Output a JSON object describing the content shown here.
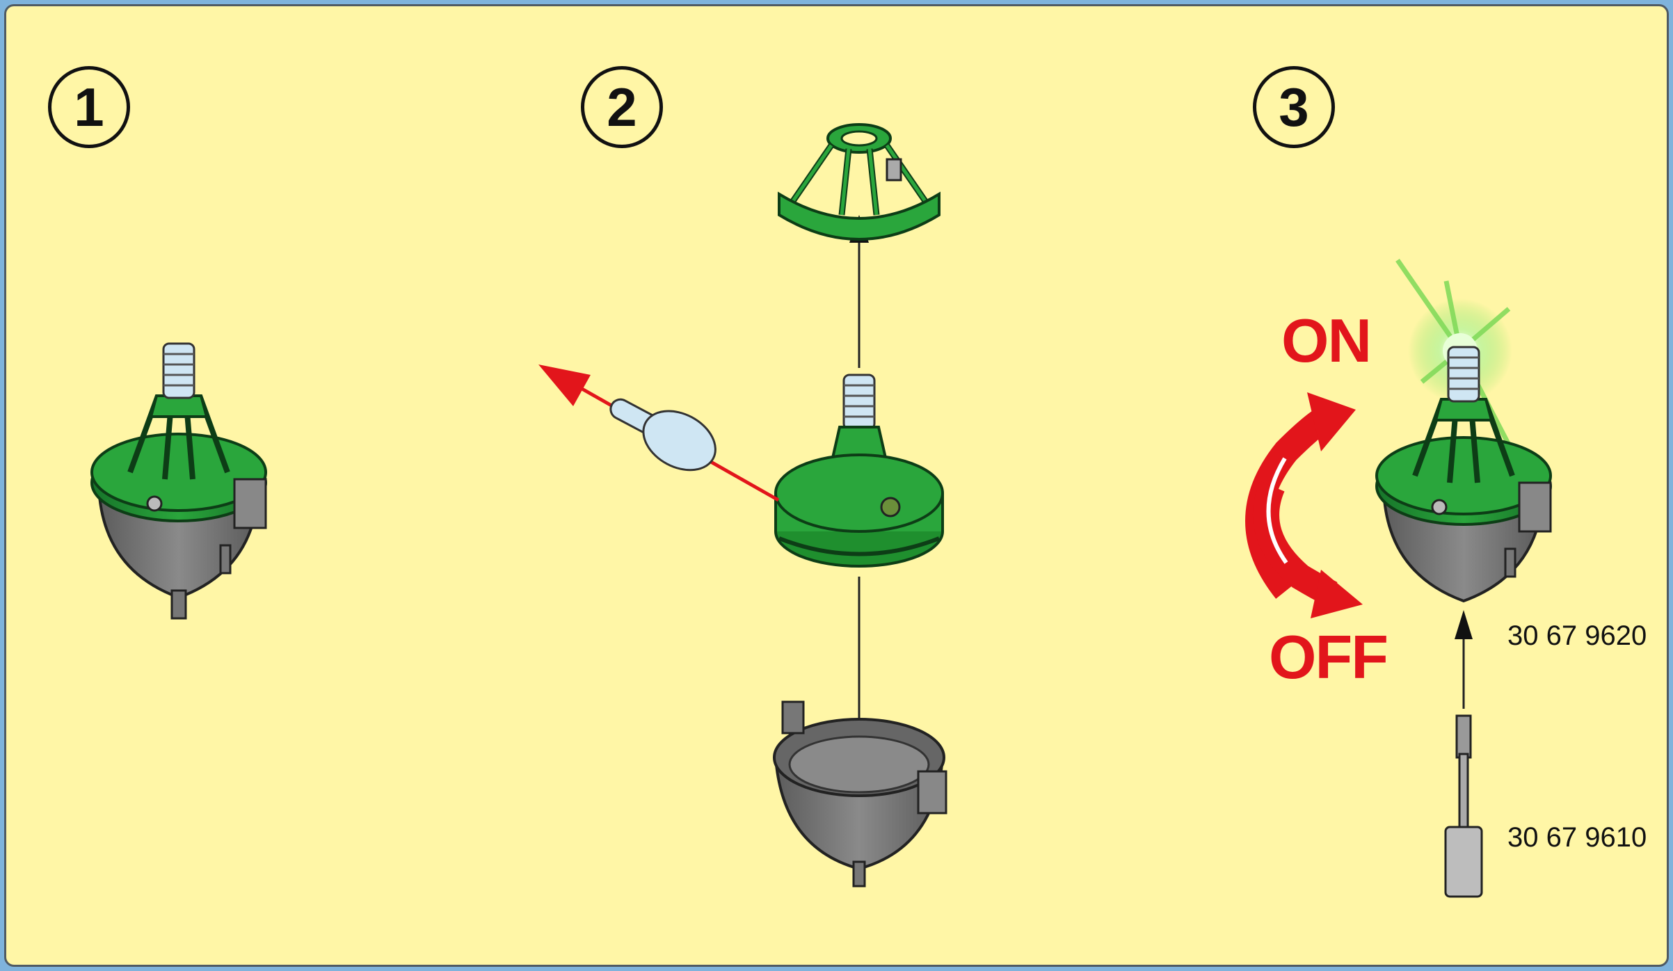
{
  "steps": [
    {
      "number": "1"
    },
    {
      "number": "2"
    },
    {
      "number": "3"
    }
  ],
  "switch_labels": {
    "on": "ON",
    "off": "OFF"
  },
  "part_numbers": {
    "switch": "30 67 9620",
    "tool": "30 67 9610"
  },
  "colors": {
    "background": "#fff6a6",
    "frame": "#7fb3dc",
    "part_green": "#1f8f2e",
    "part_grey": "#6f6f6f",
    "arrow_red": "#e2151b",
    "glow_green": "#9be86b"
  }
}
